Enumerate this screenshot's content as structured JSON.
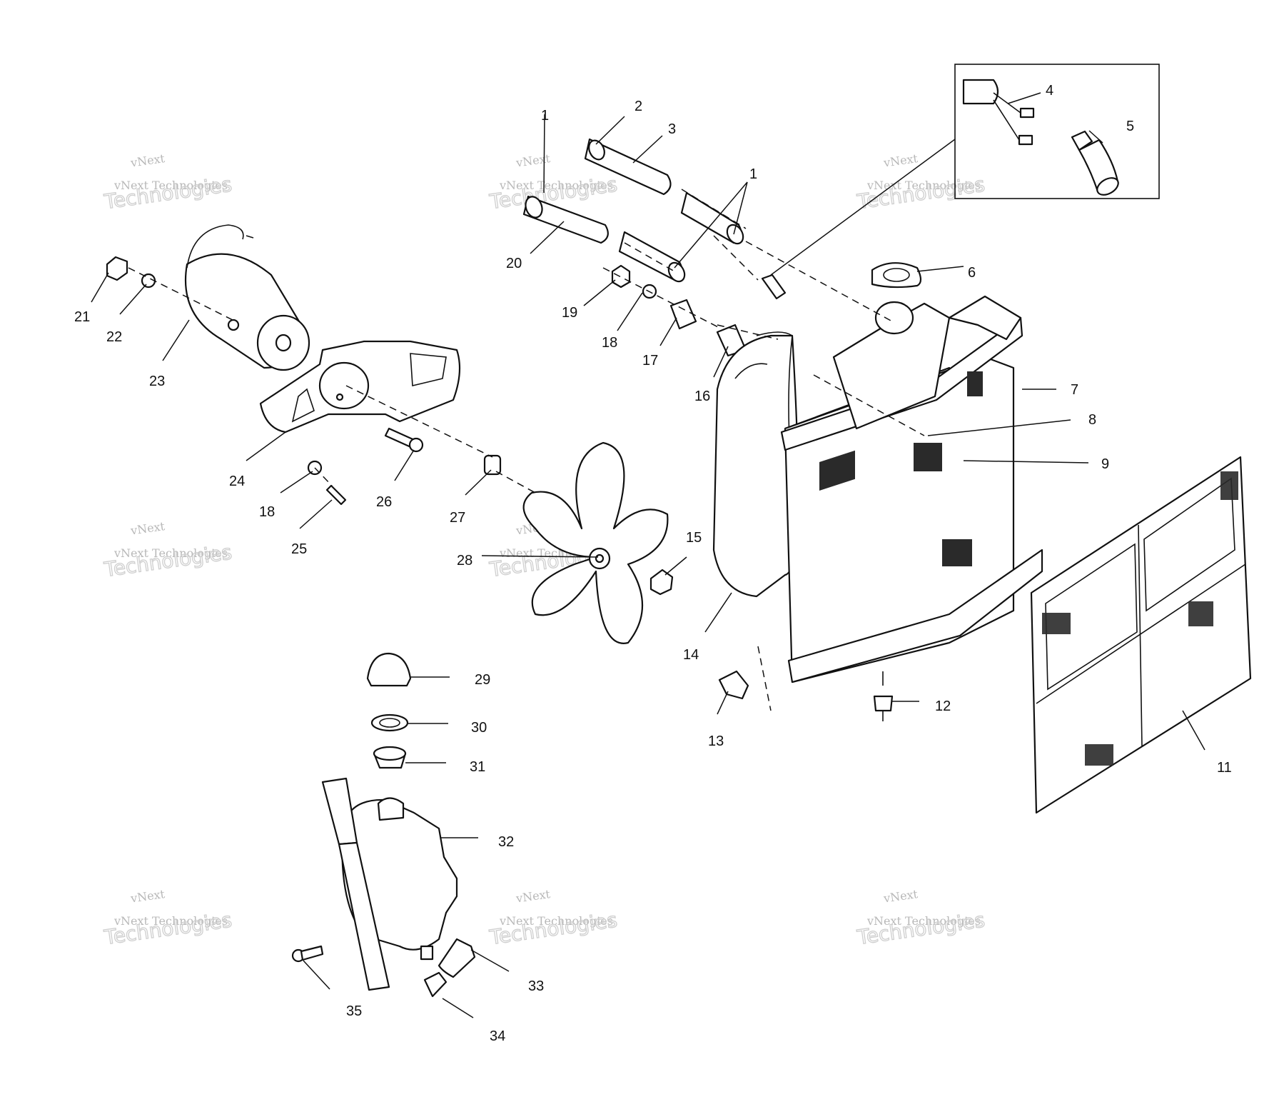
{
  "diagram": {
    "callouts": [
      {
        "id": "1a",
        "text": "1"
      },
      {
        "id": "1b",
        "text": "1"
      },
      {
        "id": "2",
        "text": "2"
      },
      {
        "id": "3",
        "text": "3"
      },
      {
        "id": "4",
        "text": "4"
      },
      {
        "id": "5",
        "text": "5"
      },
      {
        "id": "6",
        "text": "6"
      },
      {
        "id": "7",
        "text": "7"
      },
      {
        "id": "8",
        "text": "8"
      },
      {
        "id": "9",
        "text": "9"
      },
      {
        "id": "11",
        "text": "11"
      },
      {
        "id": "12",
        "text": "12"
      },
      {
        "id": "13",
        "text": "13"
      },
      {
        "id": "14",
        "text": "14"
      },
      {
        "id": "15",
        "text": "15"
      },
      {
        "id": "16",
        "text": "16"
      },
      {
        "id": "17",
        "text": "17"
      },
      {
        "id": "18a",
        "text": "18"
      },
      {
        "id": "18b",
        "text": "18"
      },
      {
        "id": "19",
        "text": "19"
      },
      {
        "id": "20",
        "text": "20"
      },
      {
        "id": "21",
        "text": "21"
      },
      {
        "id": "22",
        "text": "22"
      },
      {
        "id": "23",
        "text": "23"
      },
      {
        "id": "24",
        "text": "24"
      },
      {
        "id": "25",
        "text": "25"
      },
      {
        "id": "26",
        "text": "26"
      },
      {
        "id": "27",
        "text": "27"
      },
      {
        "id": "28",
        "text": "28"
      },
      {
        "id": "29",
        "text": "29"
      },
      {
        "id": "30",
        "text": "30"
      },
      {
        "id": "31",
        "text": "31"
      },
      {
        "id": "32",
        "text": "32"
      },
      {
        "id": "33",
        "text": "33"
      },
      {
        "id": "34",
        "text": "34"
      },
      {
        "id": "35",
        "text": "35"
      }
    ]
  },
  "watermark": {
    "small": "vNext Technologies",
    "big_line1": "vNext",
    "big_line2": "Technologies"
  }
}
